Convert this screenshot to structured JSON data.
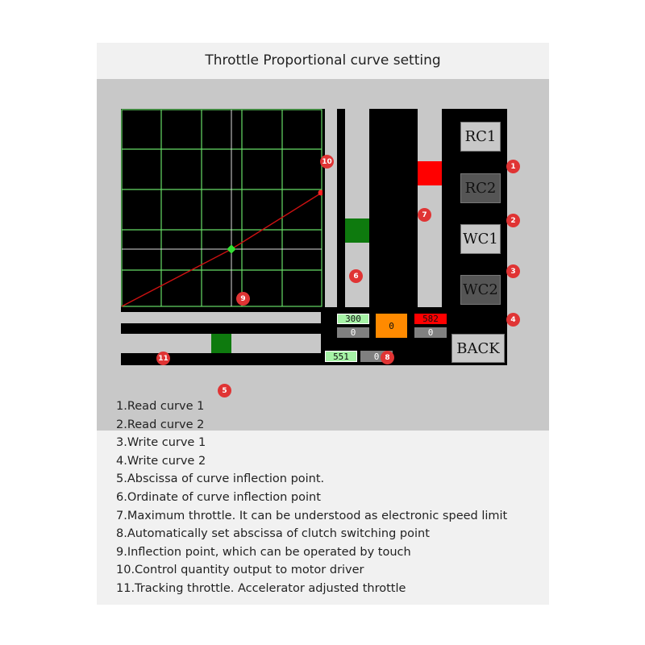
{
  "title": "Throttle Proportional curve setting",
  "colors": {
    "grid_line": "#66dd66",
    "curve": "#cc1111",
    "handle": "#33dd33",
    "ordinate_marker": "#0e7a0e",
    "max_marker": "#ff0000",
    "clutch_box": "#ff8a00",
    "badge": "#e03434",
    "value_green": "#a6f2a6",
    "value_red": "#ff0000",
    "value_gray": "#808080"
  },
  "controls": {
    "ordinate_fraction": 0.37,
    "abscissa_fraction": 0.5,
    "max_throttle_fraction": 0.7
  },
  "buttons": {
    "rc1": "RC1",
    "rc2": "RC2",
    "wc1": "WC1",
    "wc2": "WC2",
    "back": "BACK"
  },
  "values": {
    "v300": "300",
    "v300_sub": "0",
    "clutch": "0",
    "v582": "582",
    "v582_sub": "0",
    "v551": "551",
    "v551_sub": "0"
  },
  "badges": {
    "b1": "1",
    "b2": "2",
    "b3": "3",
    "b4": "4",
    "b5": "5",
    "b6": "6",
    "b7": "7",
    "b8": "8",
    "b9": "9",
    "b10": "10",
    "b11": "11"
  },
  "legend": [
    "1.Read curve 1",
    "2.Read curve 2",
    "3.Write curve 1",
    "4.Write curve 2",
    "5.Abscissa of curve inflection point.",
    "6.Ordinate of curve inflection point",
    "7.Maximum throttle. It can be understood as electronic speed limit",
    "8.Automatically set abscissa of clutch switching point",
    "9.Inflection point, which can be operated by touch",
    "10.Control quantity output to motor driver",
    "11.Tracking throttle. Accelerator adjusted throttle"
  ]
}
